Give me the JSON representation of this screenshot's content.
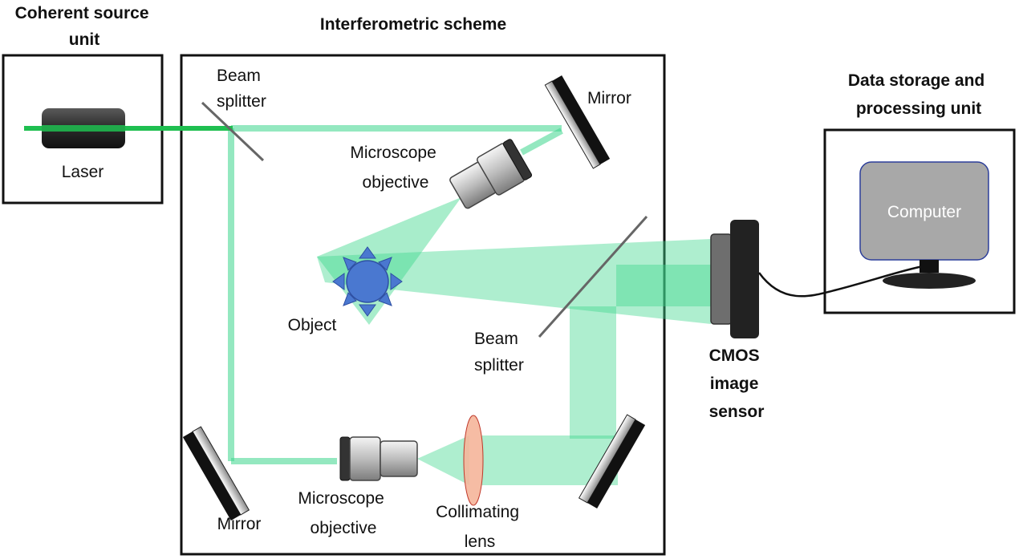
{
  "sections": {
    "source_title": [
      "Coherent source",
      "unit"
    ],
    "interferometer_title": "Interferometric scheme",
    "storage_title": [
      "Data storage and",
      "processing unit"
    ]
  },
  "components": {
    "laser": "Laser",
    "beam_splitter_1": [
      "Beam",
      "splitter"
    ],
    "mirror_top": "Mirror",
    "objective_top": [
      "Microscope",
      "objective"
    ],
    "object": "Object",
    "beam_splitter_2": [
      "Beam",
      "splitter"
    ],
    "mirror_bottom_left": "Mirror",
    "objective_bottom": [
      "Microscope",
      "objective"
    ],
    "collimating_lens": [
      "Collimating",
      "lens"
    ],
    "sensor": [
      "CMOS",
      "image",
      "sensor"
    ],
    "computer": "Computer"
  },
  "colors": {
    "beam": "#3dd68c",
    "beam_light": "#a8e8c4",
    "laser_beam": "#1fbf50",
    "object_fill": "#4a78d0",
    "lens_fill": "#f5b59a",
    "frame": "#111111",
    "screen": "#a8a8a8"
  }
}
